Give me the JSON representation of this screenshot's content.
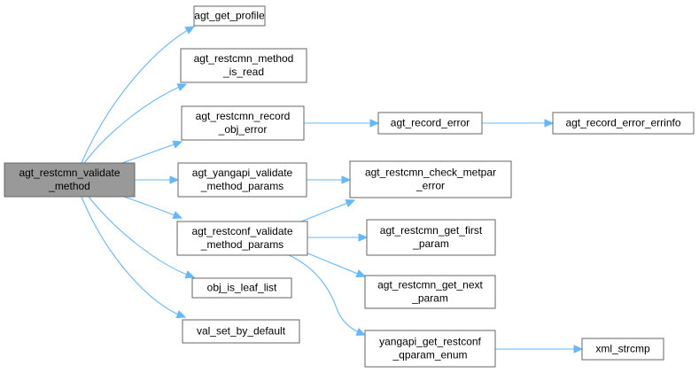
{
  "graph": {
    "edge_color": "#63b8ff",
    "node_border_color": "#666666",
    "root_fill_color": "#999999",
    "nodes": [
      {
        "id": "root",
        "lines": [
          "agt_restcmn_validate",
          "_method"
        ],
        "root": true
      },
      {
        "id": "get_profile",
        "lines": [
          "agt_get_profile"
        ]
      },
      {
        "id": "method_is_read",
        "lines": [
          "agt_restcmn_method",
          "_is_read"
        ]
      },
      {
        "id": "record_obj_error",
        "lines": [
          "agt_restcmn_record",
          "_obj_error"
        ]
      },
      {
        "id": "yangapi_validate",
        "lines": [
          "agt_yangapi_validate",
          "_method_params"
        ]
      },
      {
        "id": "restconf_validate",
        "lines": [
          "agt_restconf_validate",
          "_method_params"
        ]
      },
      {
        "id": "obj_is_leaf_list",
        "lines": [
          "obj_is_leaf_list"
        ]
      },
      {
        "id": "val_set_by_default",
        "lines": [
          "val_set_by_default"
        ]
      },
      {
        "id": "record_error",
        "lines": [
          "agt_record_error"
        ]
      },
      {
        "id": "record_error_errinfo",
        "lines": [
          "agt_record_error_errinfo"
        ]
      },
      {
        "id": "check_metpar_error",
        "lines": [
          "agt_restcmn_check_metpar",
          "_error"
        ]
      },
      {
        "id": "get_first_param",
        "lines": [
          "agt_restcmn_get_first",
          "_param"
        ]
      },
      {
        "id": "get_next_param",
        "lines": [
          "agt_restcmn_get_next",
          "_param"
        ]
      },
      {
        "id": "get_restconf_qparam_enum",
        "lines": [
          "yangapi_get_restconf",
          "_qparam_enum"
        ]
      },
      {
        "id": "xml_strcmp",
        "lines": [
          "xml_strcmp"
        ]
      }
    ],
    "edges": [
      {
        "from": "root",
        "to": "get_profile"
      },
      {
        "from": "root",
        "to": "method_is_read"
      },
      {
        "from": "root",
        "to": "record_obj_error"
      },
      {
        "from": "root",
        "to": "yangapi_validate"
      },
      {
        "from": "root",
        "to": "restconf_validate"
      },
      {
        "from": "root",
        "to": "obj_is_leaf_list"
      },
      {
        "from": "root",
        "to": "val_set_by_default"
      },
      {
        "from": "record_obj_error",
        "to": "record_error"
      },
      {
        "from": "record_error",
        "to": "record_error_errinfo"
      },
      {
        "from": "yangapi_validate",
        "to": "check_metpar_error"
      },
      {
        "from": "restconf_validate",
        "to": "check_metpar_error"
      },
      {
        "from": "restconf_validate",
        "to": "get_first_param"
      },
      {
        "from": "restconf_validate",
        "to": "get_next_param"
      },
      {
        "from": "restconf_validate",
        "to": "get_restconf_qparam_enum"
      },
      {
        "from": "get_restconf_qparam_enum",
        "to": "xml_strcmp"
      }
    ]
  }
}
